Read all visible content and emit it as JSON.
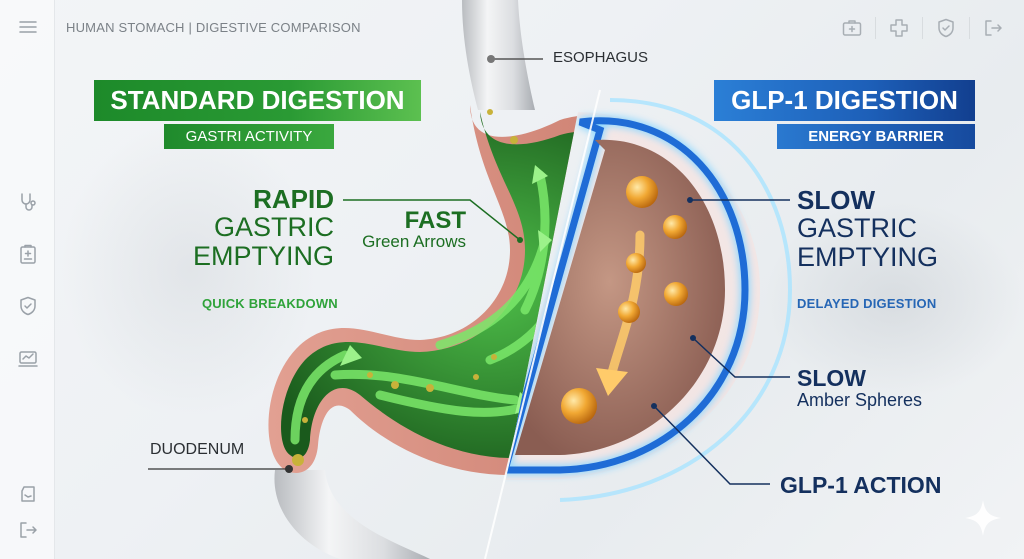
{
  "header": {
    "title": "HUMAN STOMACH | DIGESTIVE COMPARISON",
    "icons": [
      "medical-kit-icon",
      "medical-cross-icon",
      "shield-check-icon",
      "logout-icon"
    ]
  },
  "sidebar": {
    "menu_icon": "hamburger-menu-icon",
    "items": [
      {
        "icon": "stethoscope-icon"
      },
      {
        "icon": "clipboard-plus-icon"
      },
      {
        "icon": "shield-check-icon"
      },
      {
        "icon": "monitor-chart-icon"
      }
    ],
    "bottom_items": [
      {
        "icon": "return-icon"
      },
      {
        "icon": "logout-icon"
      }
    ]
  },
  "standard": {
    "title": "STANDARD DIGESTION",
    "subtitle": "GASTRI ACTIVITY",
    "headline_bold": "RAPID",
    "headline_line2": "GASTRIC",
    "headline_line3": "EMPTYING",
    "tagline": "QUICK BREAKDOWN",
    "callout_bold": "FAST",
    "callout_text": "Green Arrows",
    "color": "#1f8a2c"
  },
  "glp1": {
    "title": "GLP-1 DIGESTION",
    "subtitle": "ENERGY BARRIER",
    "headline_bold": "SLOW",
    "headline_line2": "GASTRIC",
    "headline_line3": "EMPTYING",
    "tagline": "DELAYED DIGESTION",
    "callout_bold": "SLOW",
    "callout_text": "Amber Spheres",
    "action_label": "GLP-1 ACTION",
    "color": "#1d5fb8"
  },
  "anatomy": {
    "esophagus_label": "ESOPHAGUS",
    "duodenum_label": "DUODENUM"
  }
}
